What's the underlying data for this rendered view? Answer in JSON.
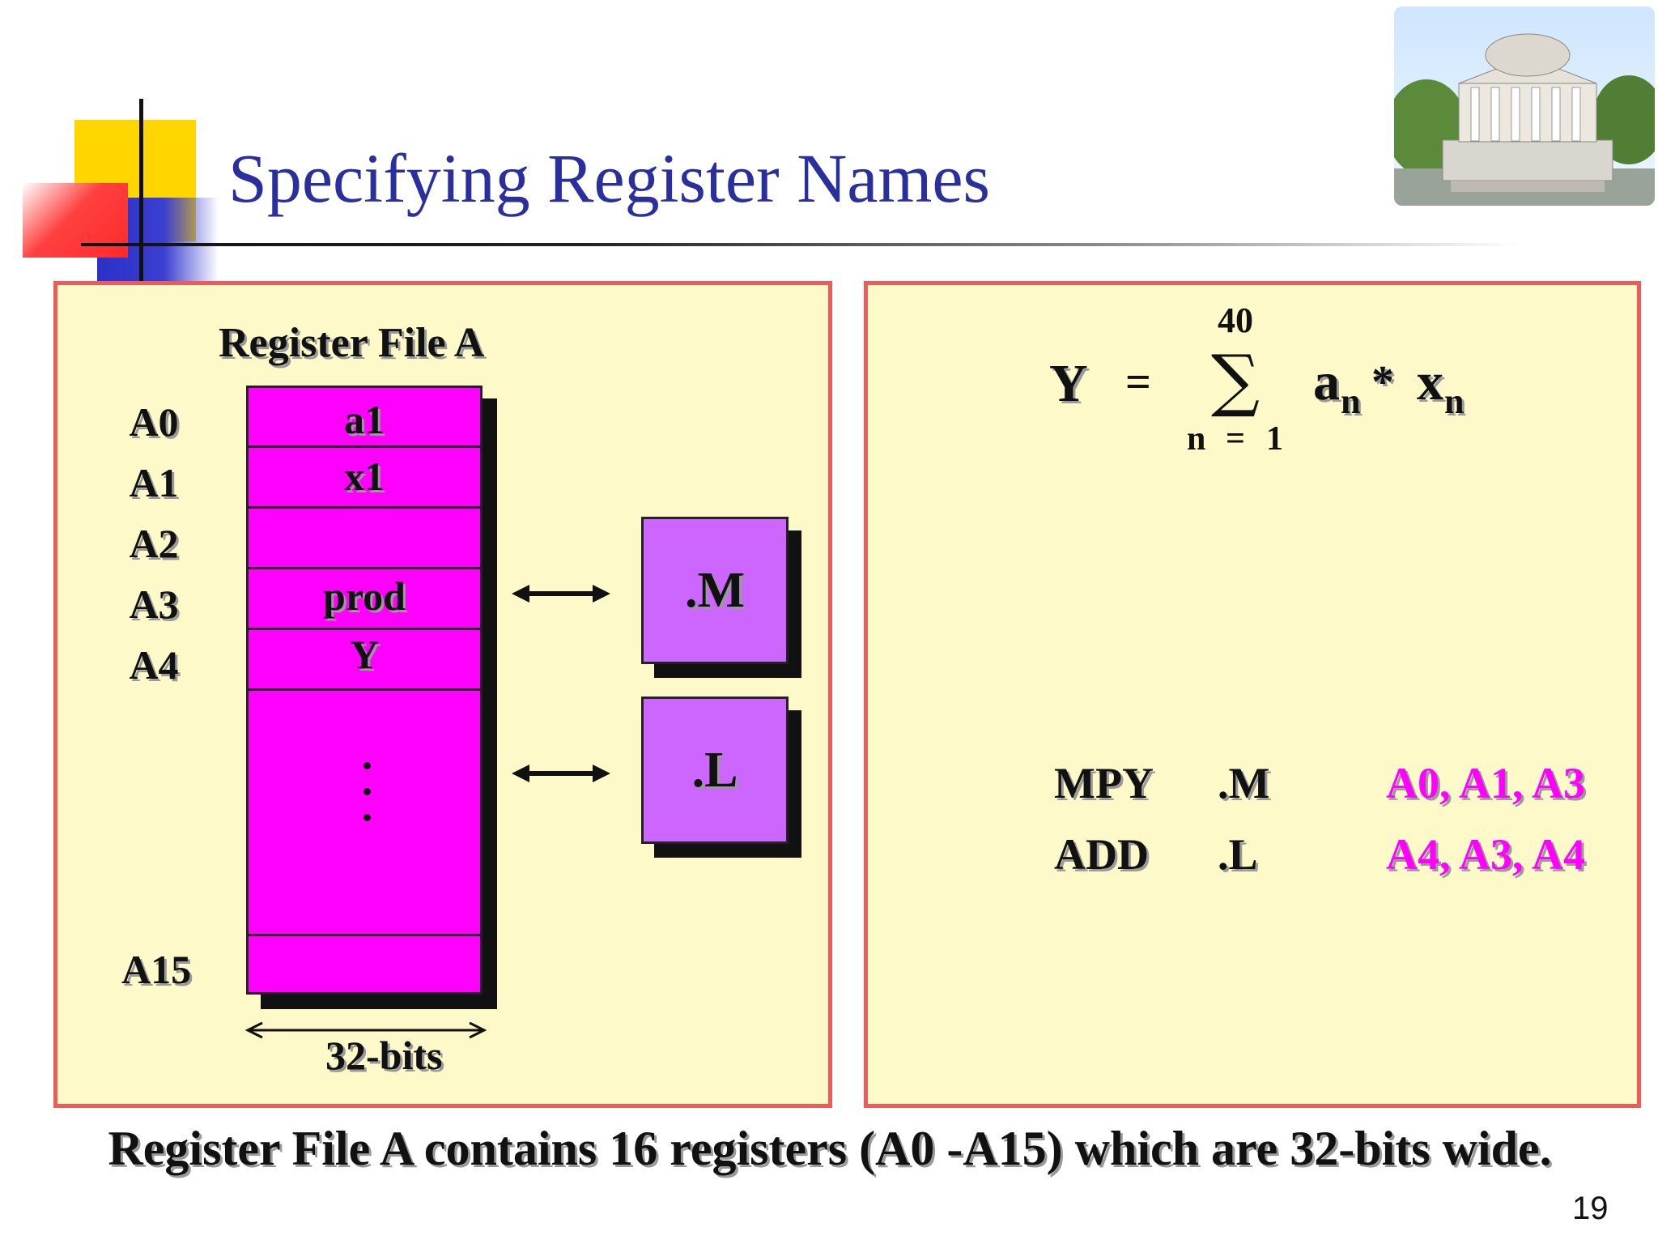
{
  "slide": {
    "title": "Specifying Register Names",
    "page_number": "19",
    "caption": "Register File A contains 16 registers (A0 -A15) which are 32-bits wide."
  },
  "register_file": {
    "title": "Register File A",
    "registers": [
      {
        "name": "A0",
        "value": "a1"
      },
      {
        "name": "A1",
        "value": "x1"
      },
      {
        "name": "A2",
        "value": ""
      },
      {
        "name": "A3",
        "value": "prod"
      },
      {
        "name": "A4",
        "value": "Y"
      }
    ],
    "last_register": "A15",
    "width_label": "32-bits"
  },
  "units": {
    "m": ".M",
    "l": ".L"
  },
  "equation": {
    "lhs": "Y",
    "equals": "=",
    "sum_symbol": "∑",
    "upper": "40",
    "lower_var": "n",
    "lower_eq": "=",
    "lower_val": "1",
    "term_a": "a",
    "sub_a": "n",
    "times": "*",
    "term_x": "x",
    "sub_x": "n"
  },
  "code": [
    {
      "op": "MPY",
      "unit": ".M",
      "operands": "A0, A1, A3"
    },
    {
      "op": "ADD",
      "unit": ".L",
      "operands": "A4, A3, A4"
    }
  ],
  "colors": {
    "title": "#2a2f9e",
    "panel_bg": "#fef9c8",
    "panel_border": "#ef5a5a",
    "register_fill": "#ff00ff",
    "unit_fill": "#cc66ff",
    "operands": "#ff00ff"
  }
}
